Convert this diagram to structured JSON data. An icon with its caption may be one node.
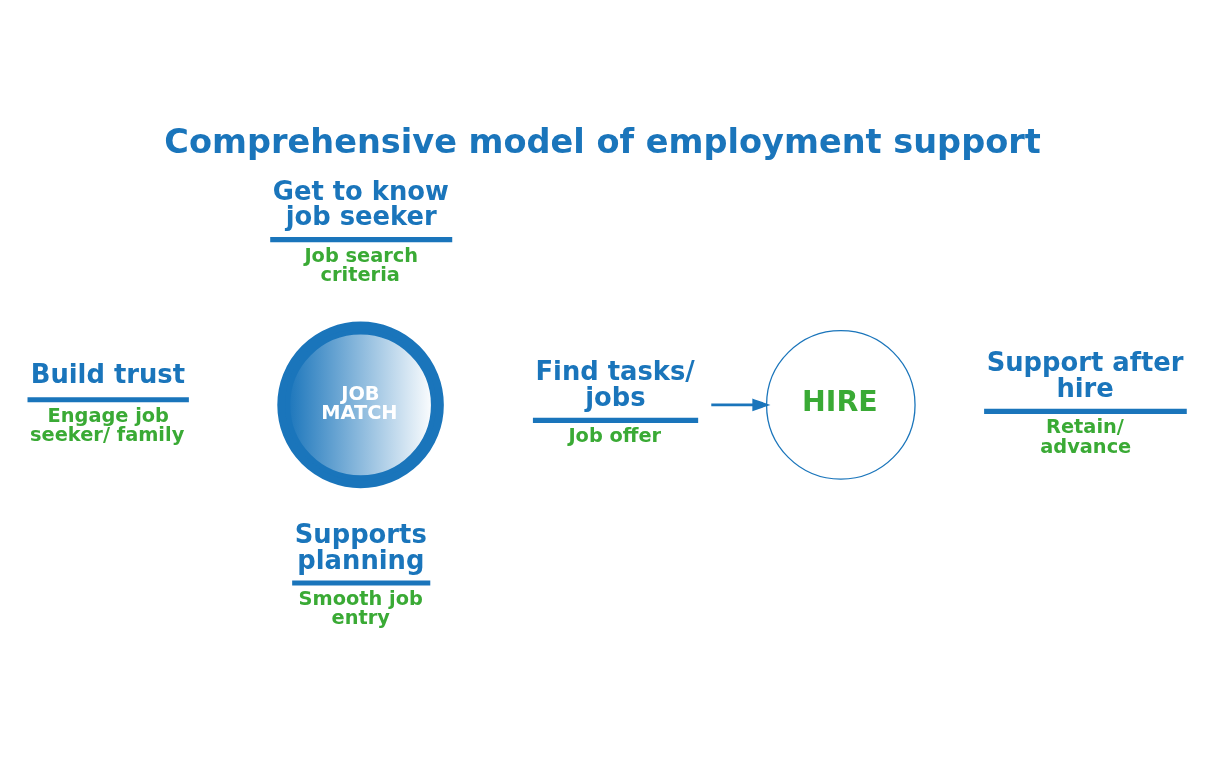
{
  "diagram": {
    "title": "Comprehensive model of employment support",
    "nodes": [
      {
        "text": [
          "Get to know job seeker",
          "Job search criteria"
        ]
      },
      {
        "text": [
          "Build trust",
          "Engage job seeker/ family"
        ]
      },
      {
        "text": [
          "JOB MATCH"
        ]
      },
      {
        "text": [
          "Find tasks/ jobs",
          "Job offer"
        ]
      },
      {
        "text": [
          "HIRE"
        ]
      },
      {
        "text": [
          "Support after hire",
          "Retain/ advance"
        ]
      },
      {
        "text": [
          "Supports planning",
          "Smooth job entry"
        ]
      }
    ],
    "edges": [
      {
        "from": 3,
        "to": 4,
        "arrow": "to"
      }
    ]
  }
}
